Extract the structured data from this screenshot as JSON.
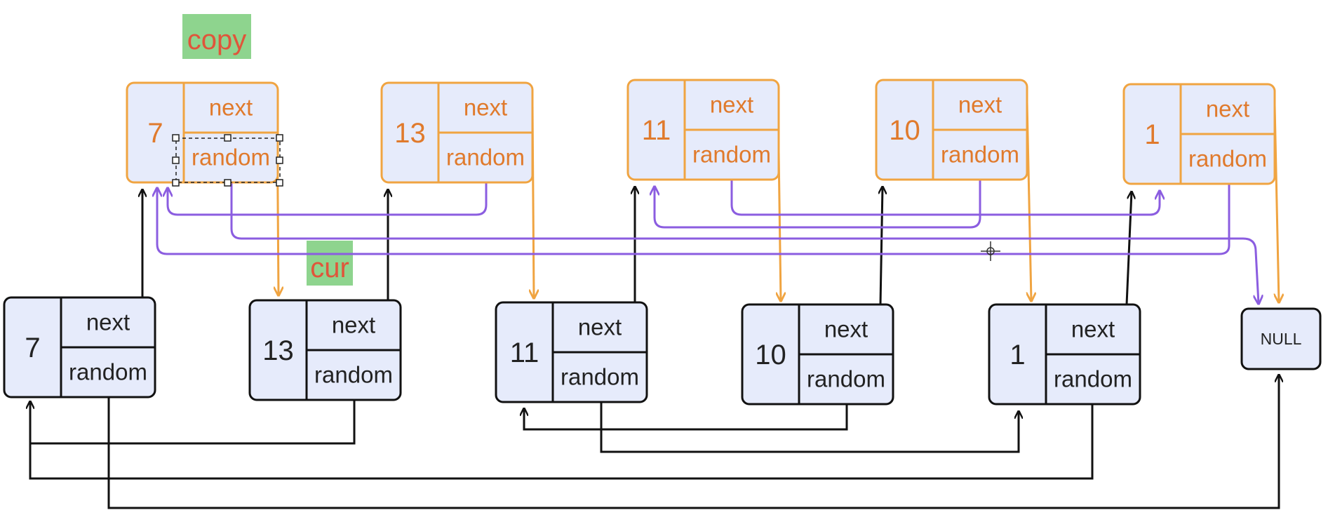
{
  "labels": {
    "copy": "copy",
    "cur": "cur"
  },
  "fields": {
    "next": "next",
    "random": "random"
  },
  "null_label": "NULL",
  "copy_nodes": [
    {
      "value": "7"
    },
    {
      "value": "13"
    },
    {
      "value": "11"
    },
    {
      "value": "10"
    },
    {
      "value": "1"
    }
  ],
  "orig_nodes": [
    {
      "value": "7"
    },
    {
      "value": "13"
    },
    {
      "value": "11"
    },
    {
      "value": "10"
    },
    {
      "value": "1"
    }
  ],
  "colors": {
    "copy_stroke": "#f0a441",
    "copy_text": "#e07a2c",
    "orig_stroke": "#111111",
    "orig_text": "#222222",
    "node_fill": "#e6ebfb",
    "label_bg": "#8ed48e",
    "label_text": "#e0553a",
    "random_pointer": "#8b5de0",
    "link_black": "#111111"
  }
}
